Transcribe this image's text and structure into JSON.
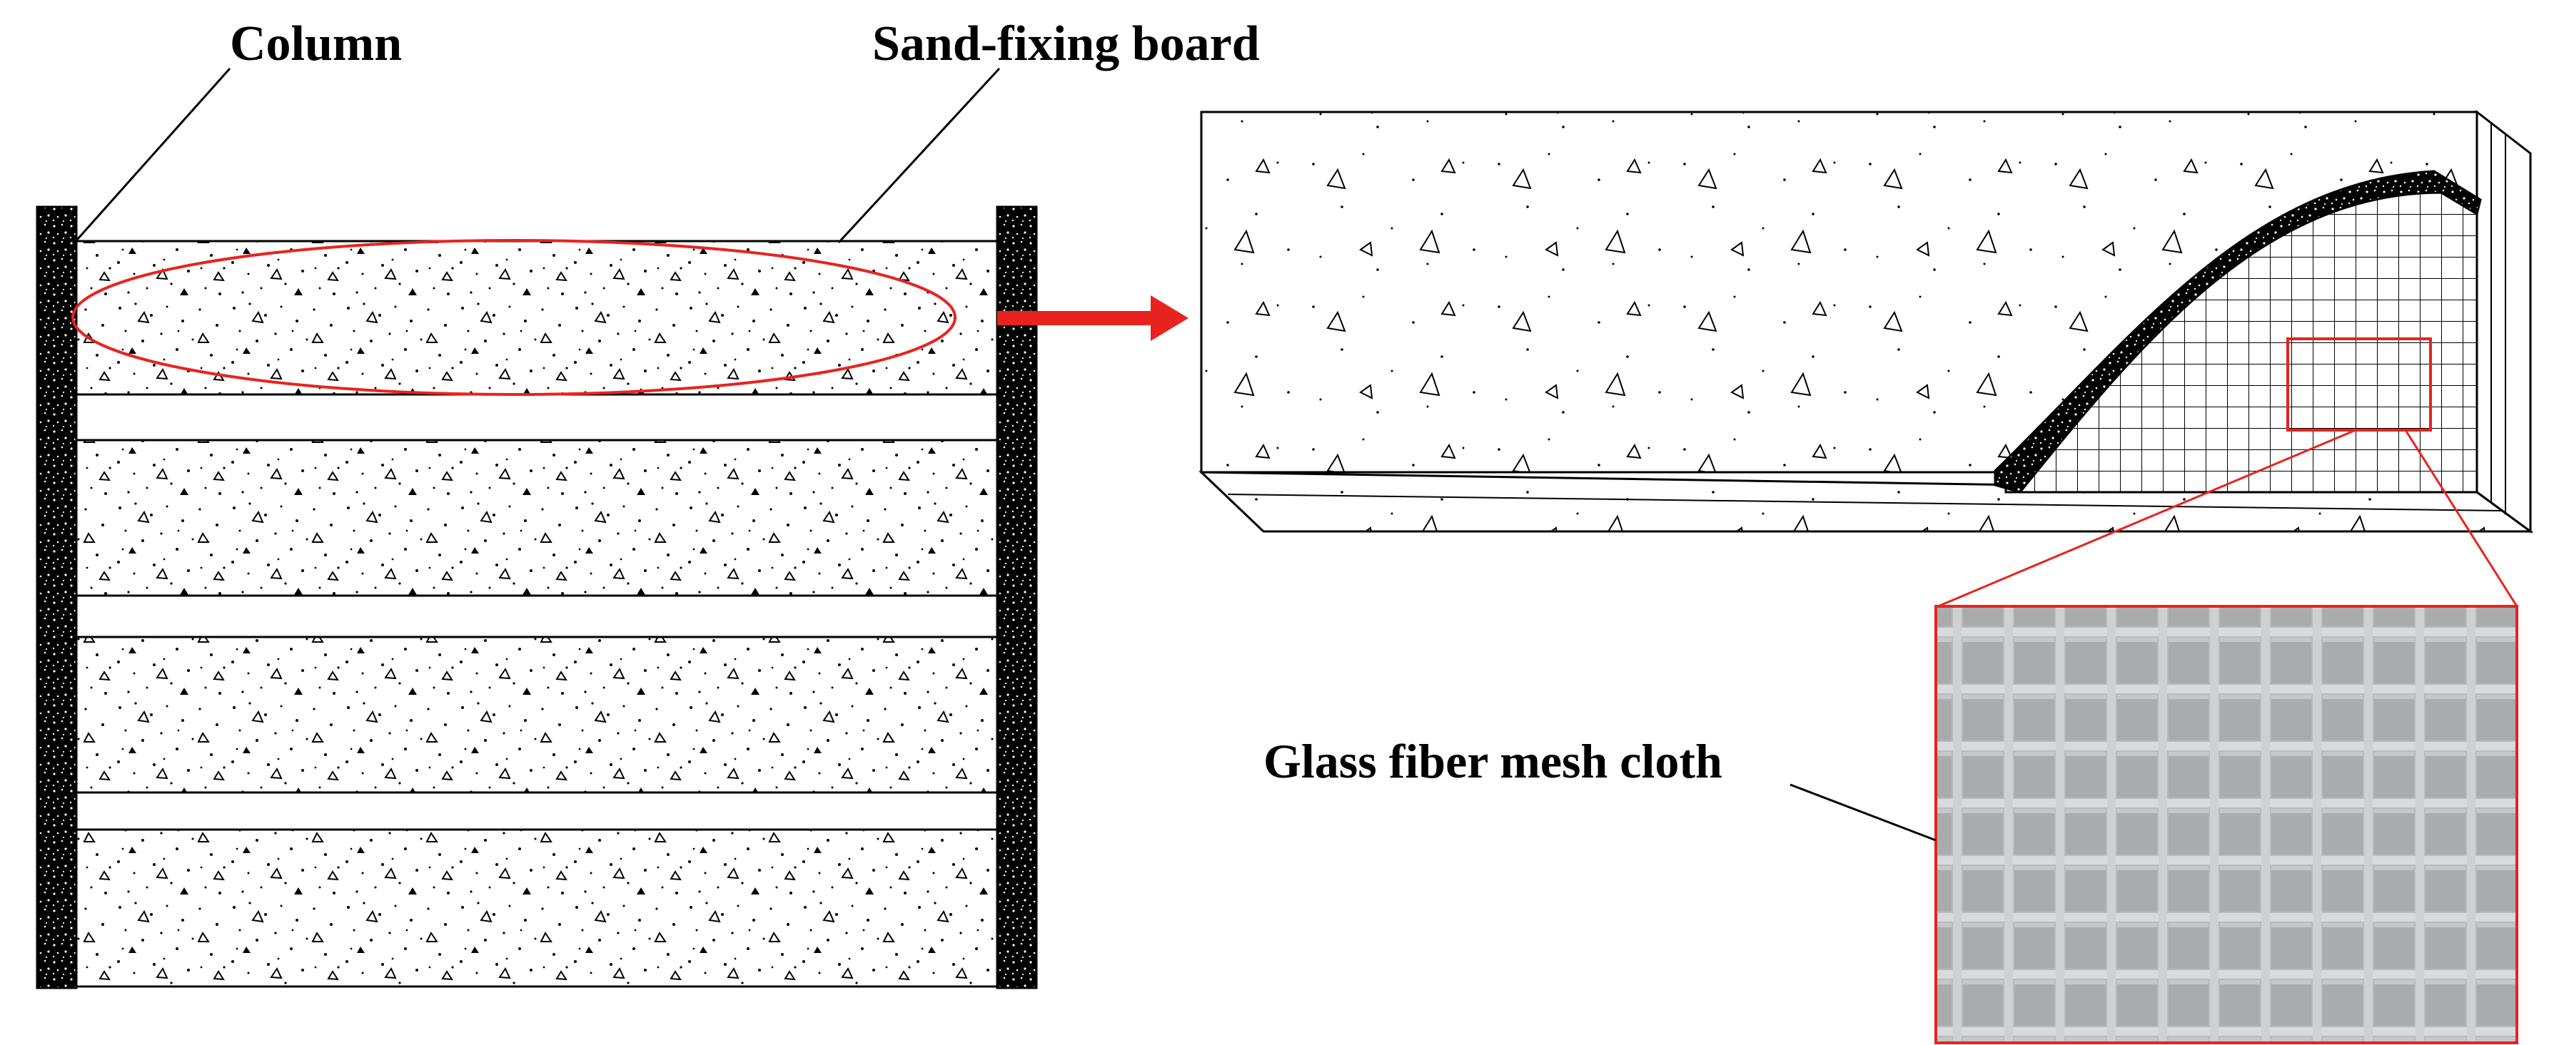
{
  "labels": {
    "column": "Column",
    "sand_fixing_board": "Sand-fixing board",
    "glass_fiber_mesh_cloth": "Glass fiber mesh cloth"
  },
  "colors": {
    "highlight": "#e8231f",
    "line": "#000000",
    "mesh_photo_bg": "#b9bbbd"
  },
  "elements": {
    "board_count": 4,
    "pattern": "concrete-speckle",
    "callout_arrow": "right-arrow-icon"
  }
}
